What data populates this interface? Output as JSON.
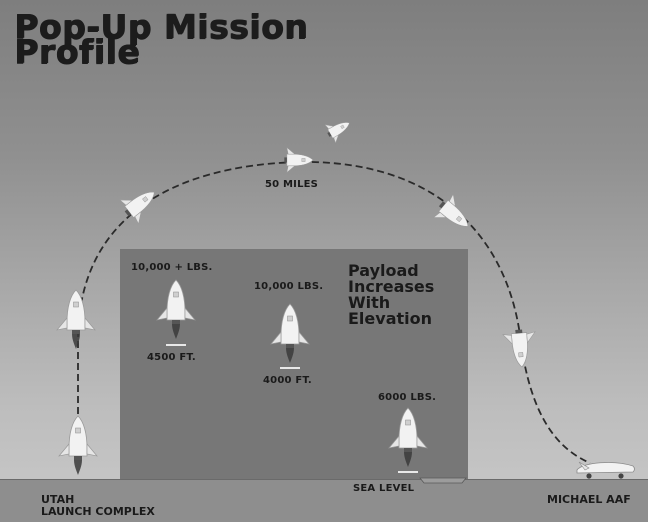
{
  "title": {
    "line1": "Pop-Up Mission",
    "line2": "Profile"
  },
  "apex_label": "50 MILES",
  "panel": {
    "headline": [
      "Payload",
      "Increases",
      "With",
      "Elevation"
    ]
  },
  "sites": [
    {
      "payload": "10,000 + LBS.",
      "elevation": "4500 FT."
    },
    {
      "payload": "10,000 LBS.",
      "elevation": "4000 FT."
    },
    {
      "payload": "6000 LBS.",
      "elevation": "SEA LEVEL"
    }
  ],
  "ground": {
    "launch_line1": "UTAH",
    "launch_line2": "LAUNCH COMPLEX",
    "landing": "MICHAEL AAF"
  },
  "colors": {
    "sky_top": "#7e7e7e",
    "sky_bottom": "#c9c9c9",
    "panel": "#777777",
    "ground": "#8e8e8e",
    "vehicle": "#f2f2f2",
    "text": "#1a1a1a"
  },
  "icons": [
    "launch-vehicle-icon",
    "trajectory-vehicle-icon",
    "landing-vehicle-icon",
    "exhaust-flame-icon"
  ]
}
